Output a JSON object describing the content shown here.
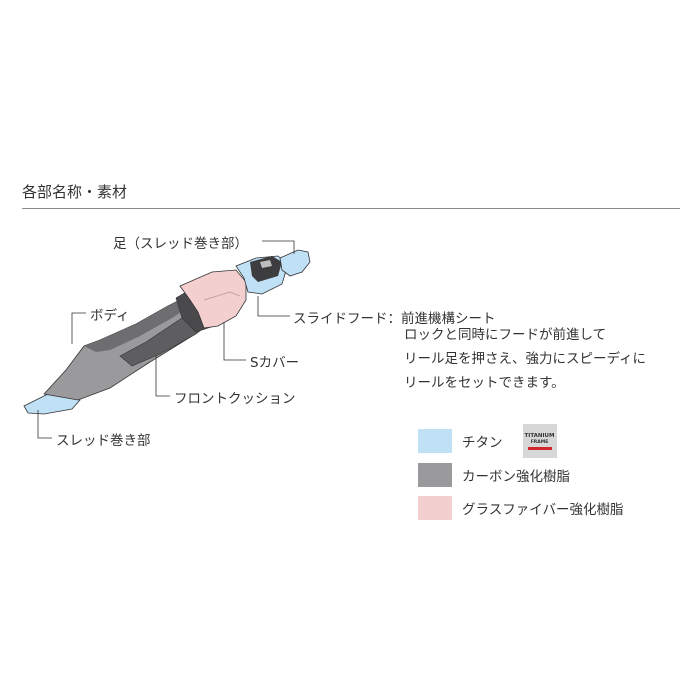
{
  "header": {
    "title": "各部名称・素材"
  },
  "labels": {
    "foot": "足（スレッド巻き部）",
    "body": "ボディ",
    "slide_hood": "スライドフード：前進機構シート",
    "s_cover": "Sカバー",
    "front_cushion": "フロントクッション",
    "thread_wrap": "スレッド巻き部"
  },
  "description": [
    "ロックと同時にフードが前進して",
    "リール足を押さえ、強力にスピーディに",
    "リールをセットできます。"
  ],
  "legend": [
    {
      "label": "チタン",
      "color": "#bfe0f5"
    },
    {
      "label": "カーボン強化樹脂",
      "color": "#9a9a9c"
    },
    {
      "label": "グラスファイバー強化樹脂",
      "color": "#f4cfd0"
    }
  ],
  "badge": {
    "line1": "TITANIUM",
    "line2": "FRAME"
  },
  "colors": {
    "titanium": "#bfe0f5",
    "carbon": "#9a9a9c",
    "carbon_dark": "#5e5e60",
    "glass": "#f4cfd0",
    "outline": "#333333"
  },
  "icons": [
    "reel-seat-illustration",
    "titanium-frame-badge"
  ]
}
